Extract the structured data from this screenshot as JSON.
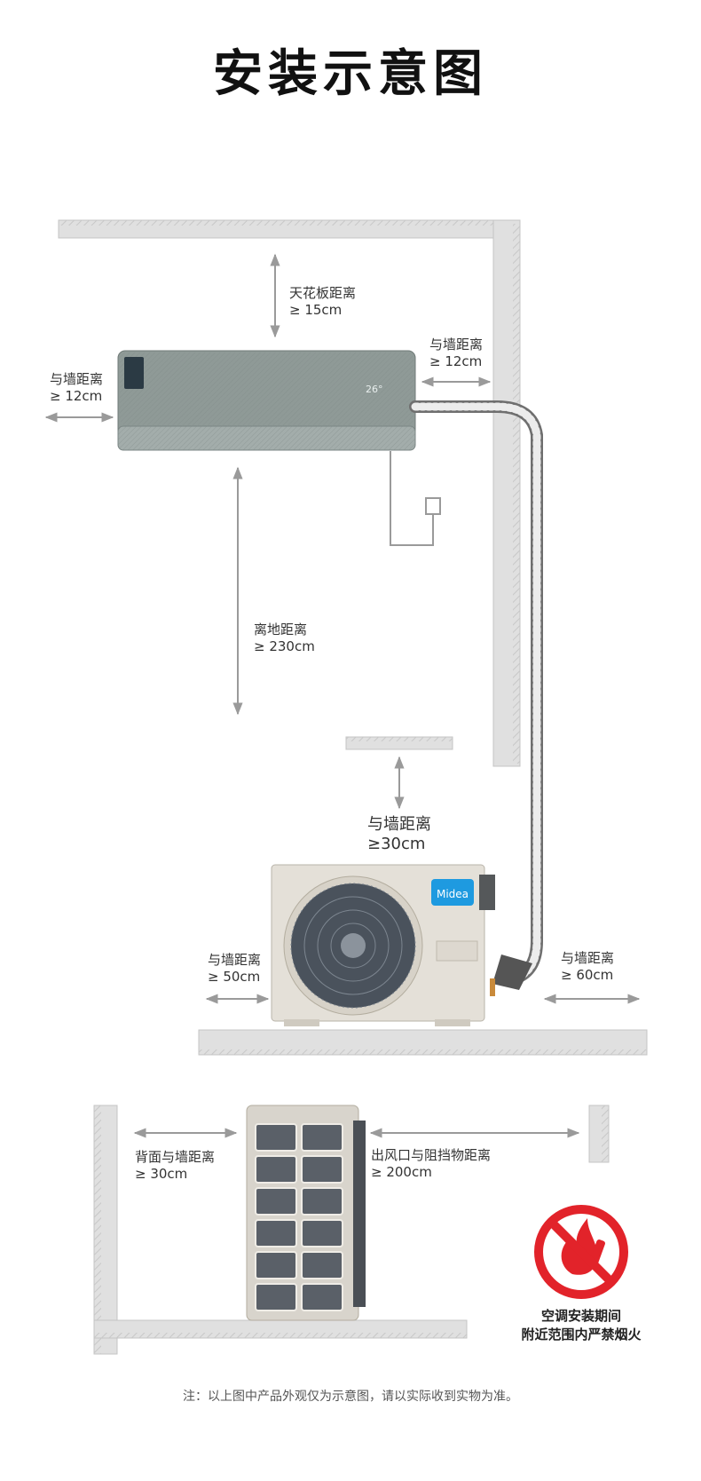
{
  "title": "安装示意图",
  "labels": {
    "ceiling_name": "天花板距离",
    "ceiling_value": "≥ 15cm",
    "indoor_left_name": "与墙距离",
    "indoor_left_value": "≥ 12cm",
    "indoor_right_name": "与墙距离",
    "indoor_right_value": "≥ 12cm",
    "floor_name": "离地距离",
    "floor_value": "≥ 230cm",
    "outdoor_top_name": "与墙距离",
    "outdoor_top_value": "≥30cm",
    "outdoor_left_name": "与墙距离",
    "outdoor_left_value": "≥ 50cm",
    "outdoor_right_name": "与墙距离",
    "outdoor_right_value": "≥ 60cm",
    "back_name": "背面与墙距离",
    "back_value": "≥ 30cm",
    "outlet_name": "出风口与阻挡物距离",
    "outlet_value": "≥ 200cm"
  },
  "product": {
    "brand": "Midea",
    "indoor_display": "26°"
  },
  "warning": {
    "line1": "空调安装期间",
    "line2": "附近范围内严禁烟火"
  },
  "note": "注：以上图中产品外观仅为示意图，请以实际收到实物为准。",
  "colors": {
    "wall": "#d9d9d9",
    "unit_indoor": "#8f9a97",
    "unit_outdoor": "#e4e0d8",
    "arrow": "#9a9a9a",
    "brand_blue": "#1e9ae0",
    "warning_red": "#e2232a"
  }
}
